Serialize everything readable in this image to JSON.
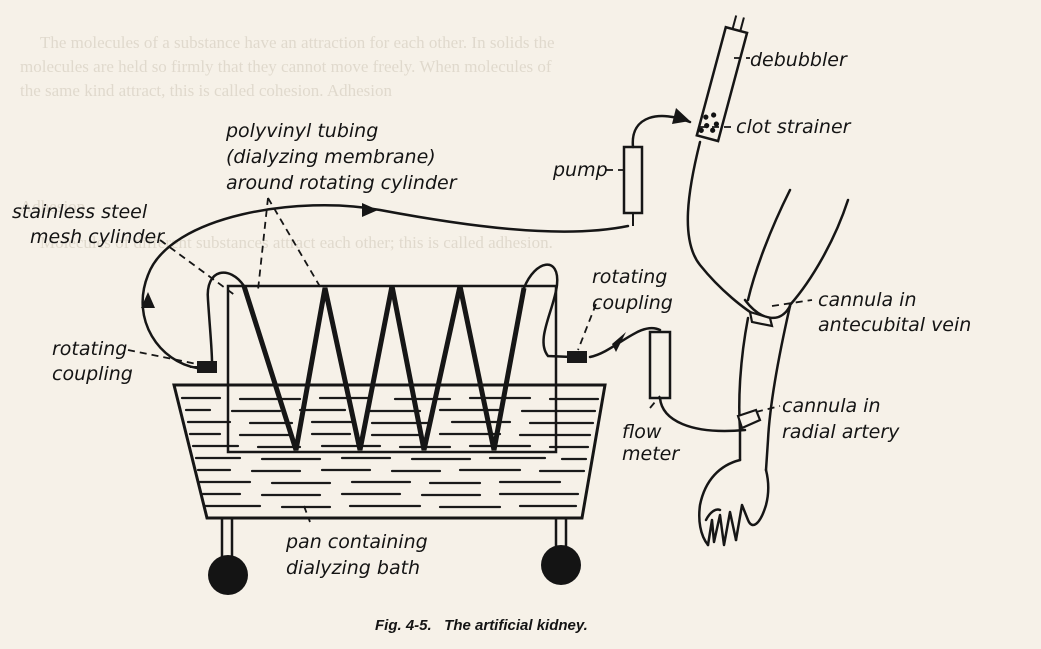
{
  "figure": {
    "caption": "Fig. 4-5.   The artificial kidney."
  },
  "labels": {
    "debubbler": "debubbler",
    "clot_strainer": "clot strainer",
    "pump": "pump",
    "polyvinyl_line1": "polyvinyl tubing",
    "polyvinyl_line2": "(dialyzing membrane)",
    "polyvinyl_line3": "around rotating cylinder",
    "stainless_line1": "stainless steel",
    "stainless_line2": "mesh cylinder",
    "rotating_coupling_left_line1": "rotating",
    "rotating_coupling_left_line2": "coupling",
    "rotating_coupling_right_line1": "rotating",
    "rotating_coupling_right_line2": "coupling",
    "cannula_vein_line1": "cannula in",
    "cannula_vein_line2": "antecubital vein",
    "cannula_artery_line1": "cannula in",
    "cannula_artery_line2": "radial artery",
    "flow_meter_line1": "flow",
    "flow_meter_line2": "meter",
    "pan_line1": "pan containing",
    "pan_line2": "dialyzing bath"
  },
  "background_text": [
    "The molecules of a substance have an attraction for each other. In solids the",
    "molecules are held so firmly that they cannot move freely. When molecules of",
    "the same kind attract, this is called cohesion. Adhesion",
    "Adhesion",
    "Molecules of different substances attract each other; this is called adhesion."
  ]
}
